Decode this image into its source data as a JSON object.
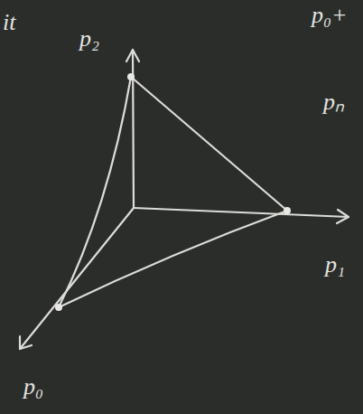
{
  "diagram": {
    "labels": [
      "it",
      "p₂",
      "p₀+",
      "pₙ",
      "p₁",
      "p₀"
    ]
  }
}
